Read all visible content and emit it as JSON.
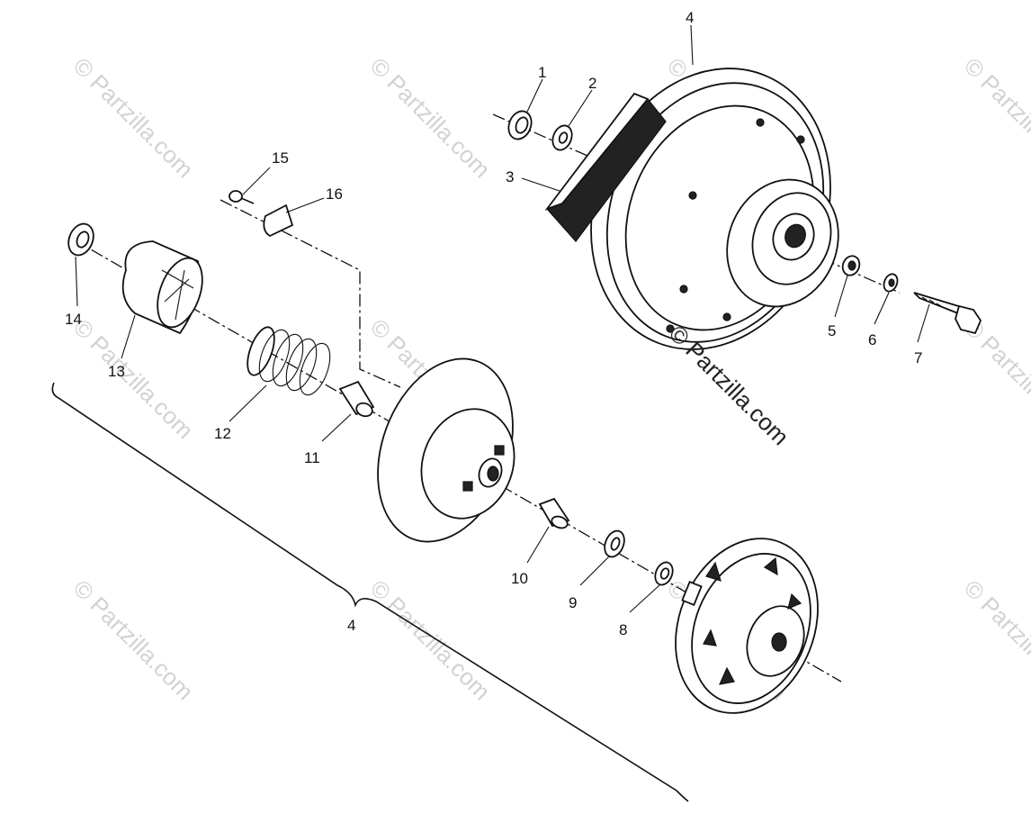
{
  "diagram": {
    "callouts": [
      {
        "id": "1",
        "text": "1"
      },
      {
        "id": "2",
        "text": "2"
      },
      {
        "id": "3",
        "text": "3"
      },
      {
        "id": "4a",
        "text": "4"
      },
      {
        "id": "5",
        "text": "5"
      },
      {
        "id": "6",
        "text": "6"
      },
      {
        "id": "7",
        "text": "7"
      },
      {
        "id": "8",
        "text": "8"
      },
      {
        "id": "9",
        "text": "9"
      },
      {
        "id": "10",
        "text": "10"
      },
      {
        "id": "11",
        "text": "11"
      },
      {
        "id": "12",
        "text": "12"
      },
      {
        "id": "13",
        "text": "13"
      },
      {
        "id": "14",
        "text": "14"
      },
      {
        "id": "15",
        "text": "15"
      },
      {
        "id": "16",
        "text": "16"
      },
      {
        "id": "4b",
        "text": "4"
      }
    ],
    "watermark": "© Partzilla.com"
  }
}
